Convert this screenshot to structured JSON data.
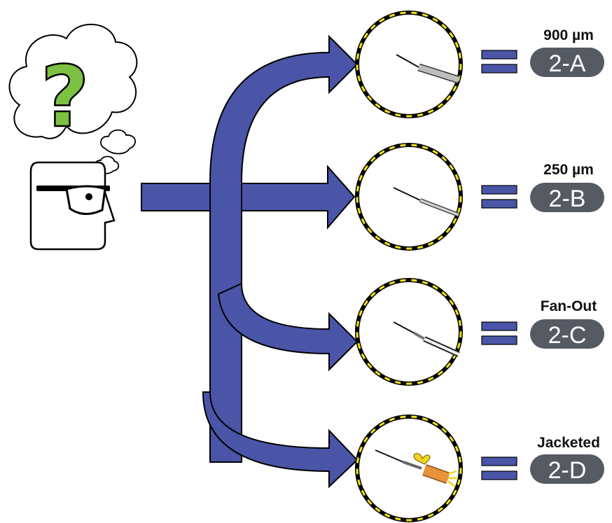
{
  "diagram": {
    "options": [
      {
        "title": "900 µm",
        "code": "2-A",
        "fiber": "900"
      },
      {
        "title": "250 µm",
        "code": "2-B",
        "fiber": "250"
      },
      {
        "title": "Fan-Out",
        "code": "2-C",
        "fiber": "fanout"
      },
      {
        "title": "Jacketed",
        "code": "2-D",
        "fiber": "jacketed"
      }
    ],
    "question_mark": "?",
    "colors": {
      "arrow": "#4a55a8",
      "badge": "#555a63",
      "question": "#7cc142",
      "ring_dash": "#f2e21a",
      "jacket": "#e8923a",
      "knot": "#f0d21e"
    },
    "icons": {
      "thinker": "thinking-person-icon",
      "thought": "thought-bubble-icon",
      "equals": "equals-icon"
    }
  }
}
